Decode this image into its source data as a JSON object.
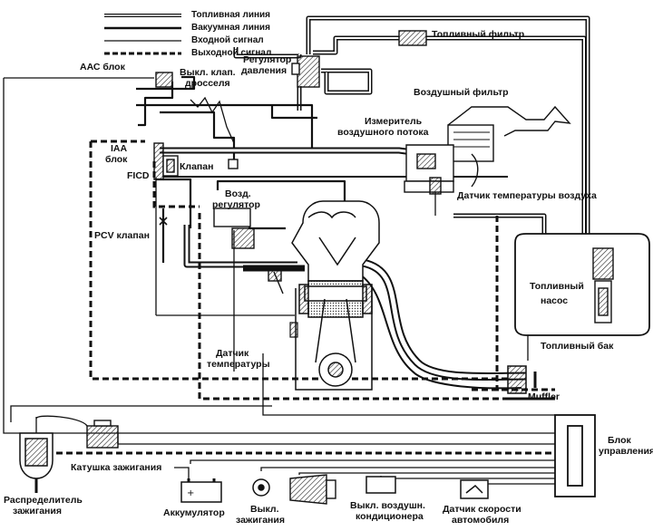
{
  "legend": {
    "fuel_line": "Топливная линия",
    "vacuum_line": "Вакуумная линия",
    "input_signal": "Входной сигнал",
    "output_signal": "Выходной сигнал"
  },
  "labels": {
    "aac": "ААС блок",
    "throttle_switch_1": "Выкл. клап.",
    "throttle_switch_2": "дросселя",
    "pressure_reg_1": "Регулятор",
    "pressure_reg_2": "давления",
    "fuel_filter": "Топливный фильтр",
    "air_filter": "Воздушный фильтр",
    "airflow_meter_1": "Измеритель",
    "airflow_meter_2": "воздушного потока",
    "iaa_1": "IAA",
    "iaa_2": "блок",
    "fiсd": "FICD",
    "valve": "Клапан",
    "air_reg_1": "Возд.",
    "air_reg_2": "регулятор",
    "air_temp_sensor": "Датчик температуры воздуха",
    "pcv": "PCV клапан",
    "fuel_pump_1": "Топливный",
    "fuel_pump_2": "насос",
    "temp_sensor_1": "Датчик",
    "temp_sensor_2": "температуры",
    "fuel_tank": "Топливный бак",
    "muffler": "Muffler",
    "ecu_1": "Блок",
    "ecu_2": "управления",
    "ignition_coil": "Катушка зажигания",
    "distributor_1": "Распределитель",
    "distributor_2": "зажигания",
    "battery": "Аккумулятор",
    "ignition_switch_1": "Выкл.",
    "ignition_switch_2": "зажигания",
    "ac_switch_1": "Выкл. воздушн.",
    "ac_switch_2": "кондиционера",
    "speed_sensor_1": "Датчик скорости",
    "speed_sensor_2": "автомобиля"
  }
}
